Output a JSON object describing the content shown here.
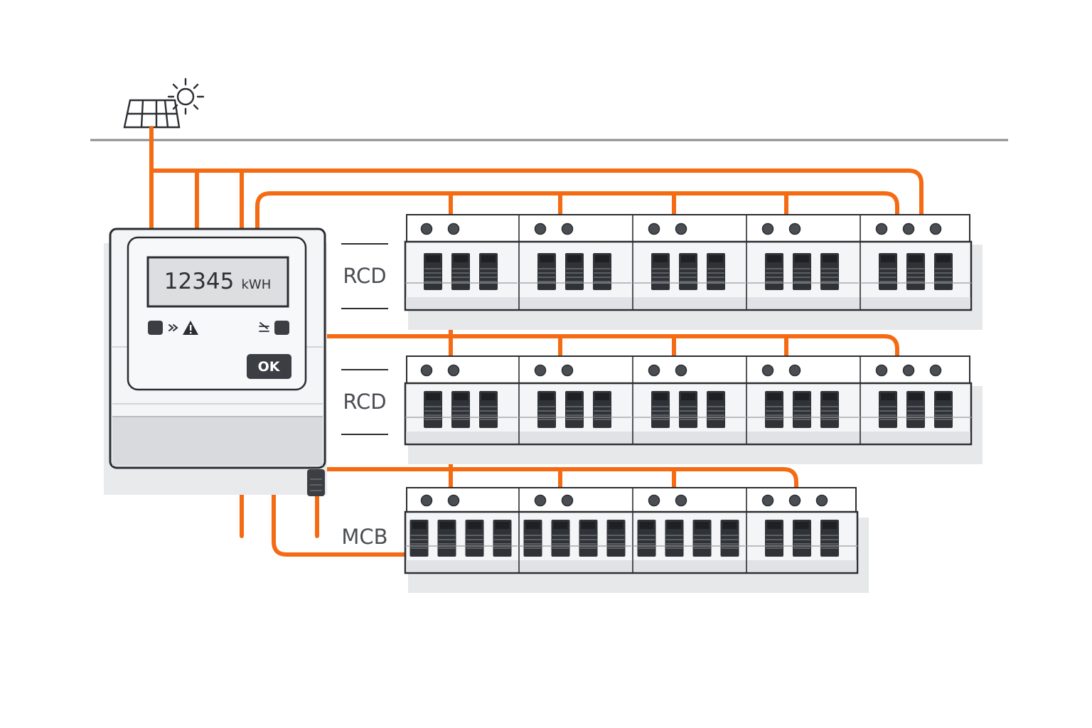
{
  "meter": {
    "reading": "12345",
    "unit": "kWH",
    "ok_label": "OK"
  },
  "rows": [
    {
      "label": "RCD",
      "modules": [
        3,
        3,
        3,
        3,
        3
      ],
      "terminals": [
        2,
        2,
        2,
        2,
        3
      ]
    },
    {
      "label": "RCD",
      "modules": [
        3,
        3,
        3,
        3,
        3
      ],
      "terminals": [
        2,
        2,
        2,
        2,
        3
      ]
    },
    {
      "label": "MCB",
      "modules": [
        4,
        4,
        4,
        3
      ],
      "terminals": [
        2,
        2,
        2,
        3
      ]
    }
  ],
  "colors": {
    "wire": "#f46b14",
    "breaker": "#2f3237",
    "housing": "#f4f5f7",
    "outline": "#2b2d31",
    "ground_line": "#8a8d90"
  },
  "icons": [
    "solar-panel-icon",
    "sun-icon",
    "arrows-icon",
    "warning-icon",
    "switch-icon"
  ]
}
